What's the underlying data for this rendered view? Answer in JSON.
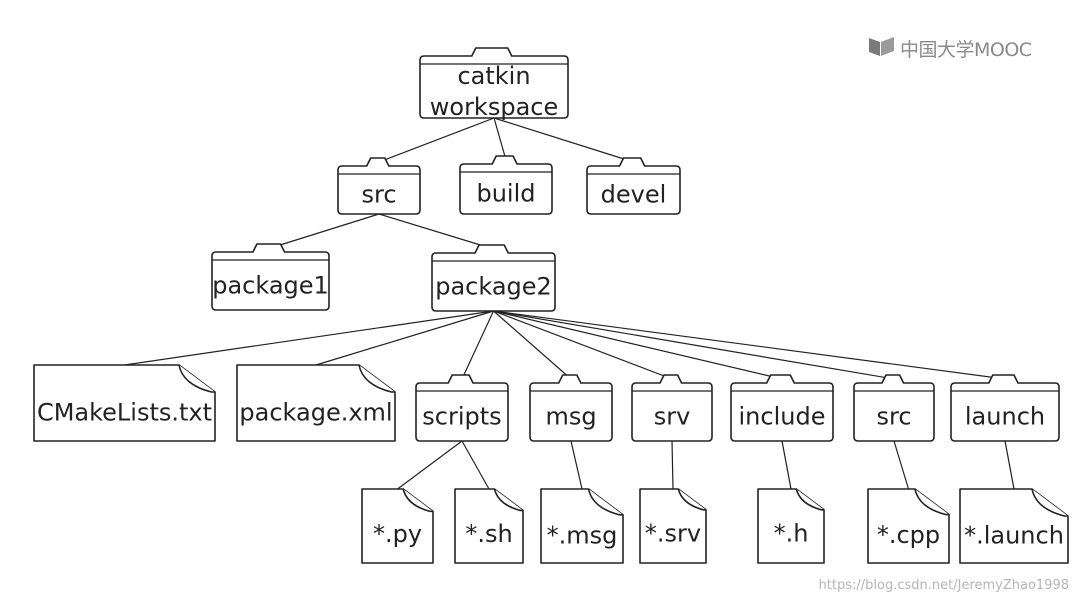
{
  "brand": {
    "logo_text": "中国大学MOOC",
    "icon": "mooc-book-icon"
  },
  "credit": "https://blog.csdn.net/JeremyZhao1998",
  "tree": {
    "root": {
      "id": "workspace",
      "lines": [
        "catkin",
        "workspace"
      ],
      "kind": "folder"
    },
    "level1": [
      {
        "id": "src",
        "label": "src",
        "kind": "folder"
      },
      {
        "id": "build",
        "label": "build",
        "kind": "folder"
      },
      {
        "id": "devel",
        "label": "devel",
        "kind": "folder"
      }
    ],
    "level2": [
      {
        "id": "package1",
        "label": "package1",
        "kind": "folder"
      },
      {
        "id": "package2",
        "label": "package2",
        "kind": "folder"
      }
    ],
    "level3": [
      {
        "id": "cmakelists",
        "label": "CMakeLists.txt",
        "kind": "file"
      },
      {
        "id": "packagexml",
        "label": "package.xml",
        "kind": "file"
      },
      {
        "id": "scripts",
        "label": "scripts",
        "kind": "folder"
      },
      {
        "id": "msg",
        "label": "msg",
        "kind": "folder"
      },
      {
        "id": "srv",
        "label": "srv",
        "kind": "folder"
      },
      {
        "id": "include",
        "label": "include",
        "kind": "folder"
      },
      {
        "id": "src2",
        "label": "src",
        "kind": "folder"
      },
      {
        "id": "launch",
        "label": "launch",
        "kind": "folder"
      }
    ],
    "level4": [
      {
        "id": "py",
        "label": "*.py",
        "kind": "file"
      },
      {
        "id": "sh",
        "label": "*.sh",
        "kind": "file"
      },
      {
        "id": "msgfile",
        "label": "*.msg",
        "kind": "file"
      },
      {
        "id": "srvfile",
        "label": "*.srv",
        "kind": "file"
      },
      {
        "id": "hfile",
        "label": "*.h",
        "kind": "file"
      },
      {
        "id": "cppfile",
        "label": "*.cpp",
        "kind": "file"
      },
      {
        "id": "launchfile",
        "label": "*.launch",
        "kind": "file"
      }
    ],
    "edges": [
      [
        "workspace",
        "src"
      ],
      [
        "workspace",
        "build"
      ],
      [
        "workspace",
        "devel"
      ],
      [
        "src",
        "package1"
      ],
      [
        "src",
        "package2"
      ],
      [
        "package2",
        "cmakelists"
      ],
      [
        "package2",
        "packagexml"
      ],
      [
        "package2",
        "scripts"
      ],
      [
        "package2",
        "msg"
      ],
      [
        "package2",
        "srv"
      ],
      [
        "package2",
        "include"
      ],
      [
        "package2",
        "src2"
      ],
      [
        "package2",
        "launch"
      ],
      [
        "scripts",
        "py"
      ],
      [
        "scripts",
        "sh"
      ],
      [
        "msg",
        "msgfile"
      ],
      [
        "srv",
        "srvfile"
      ],
      [
        "include",
        "hfile"
      ],
      [
        "src2",
        "cppfile"
      ],
      [
        "launch",
        "launchfile"
      ]
    ]
  }
}
